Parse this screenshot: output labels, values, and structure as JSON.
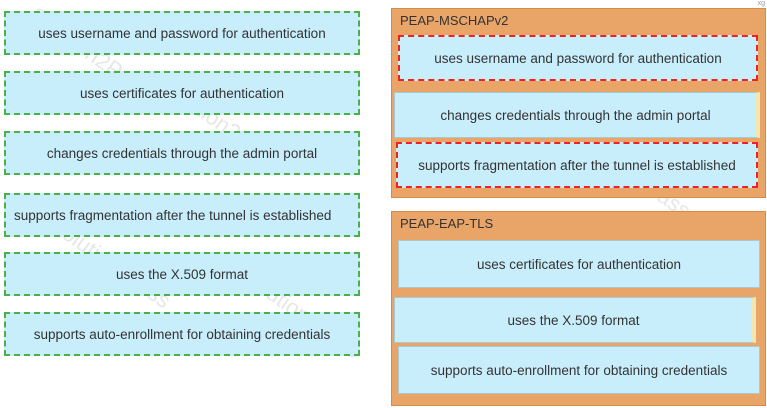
{
  "source_items": [
    {
      "label": "uses username and password for authentication"
    },
    {
      "label": "uses certificates for authentication"
    },
    {
      "label": "changes credentials through the admin portal"
    },
    {
      "label": "supports fragmentation after the tunnel is established"
    },
    {
      "label": "uses the X.509 format"
    },
    {
      "label": "supports auto-enrollment for obtaining credentials"
    }
  ],
  "targets": [
    {
      "title": "PEAP-MSCHAPv2",
      "items": [
        {
          "label": "uses username and password for authentication"
        },
        {
          "label": "changes credentials through the admin portal"
        },
        {
          "label": "supports fragmentation after the tunnel is established"
        }
      ]
    },
    {
      "title": "PEAP-EAP-TLS",
      "items": [
        {
          "label": "uses certificates for authentication"
        },
        {
          "label": "uses the X.509 format"
        },
        {
          "label": "supports auto-enrollment for obtaining credentials"
        }
      ]
    }
  ],
  "watermark": "Solution2Pass",
  "corner_mark": "xg"
}
